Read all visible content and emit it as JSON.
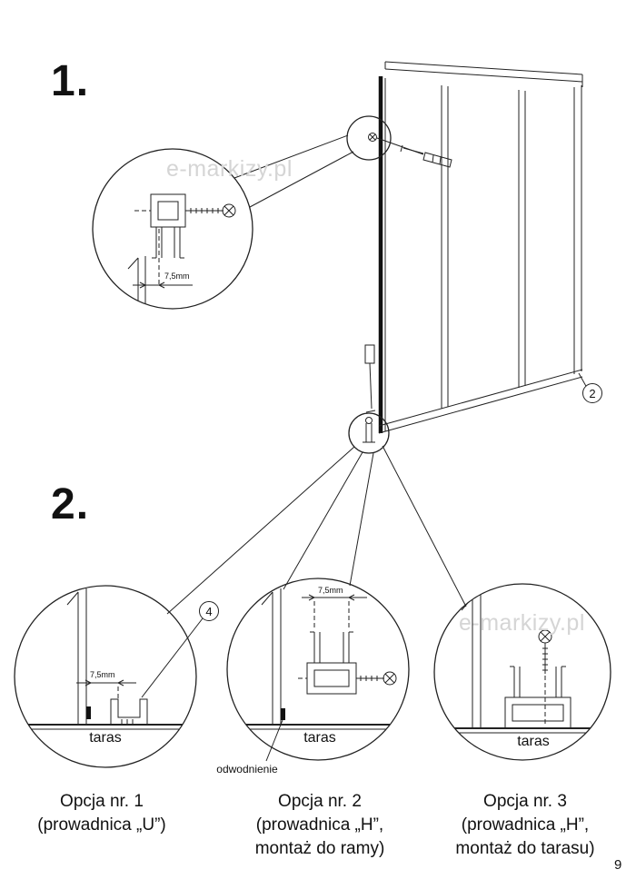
{
  "steps": {
    "step1": "1.",
    "step2": "2."
  },
  "watermark": {
    "text": "e-markizy.pl"
  },
  "callouts": {
    "c2": "2",
    "c4": "4"
  },
  "dimensions": {
    "detail1": "7,5mm",
    "option1": "7,5mm",
    "option2": "7,5mm"
  },
  "labels": {
    "taras": "taras",
    "odwodnienie": "odwodnienie"
  },
  "options": [
    {
      "line1": "Opcja nr. 1",
      "line2": "(prowadnica „U”)"
    },
    {
      "line1": "Opcja nr. 2",
      "line2": "(prowadnica „H”,",
      "line3": "montaż do ramy)"
    },
    {
      "line1": "Opcja nr. 3",
      "line2": "(prowadnica „H”,",
      "line3": "montaż do tarasu)"
    }
  ],
  "page": {
    "number": "9"
  }
}
